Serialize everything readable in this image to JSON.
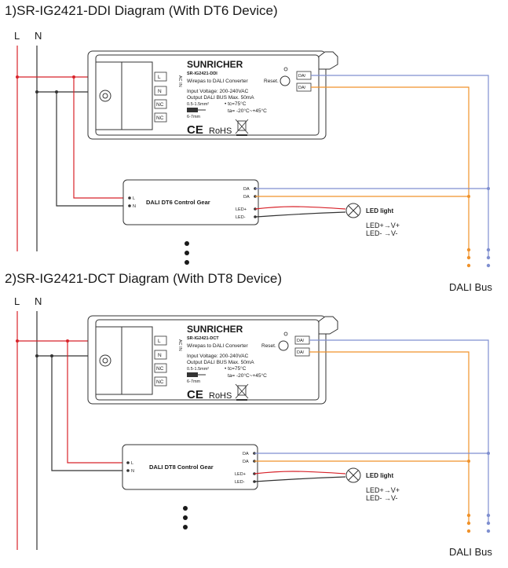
{
  "colors": {
    "live": "#d8232a",
    "neutral": "#333333",
    "dali_a": "#7f8fd0",
    "dali_b": "#f0922a"
  },
  "sections": [
    {
      "title": "1)SR-IG2421-DDI Diagram (With DT6 Device)",
      "line_L": "L",
      "line_N": "N",
      "device": {
        "brand": "SUNRICHER",
        "model": "SR-IG2421-DDI",
        "desc": "Wirepas to DALI Converter",
        "voltage": "Input Voltage: 200-240VAC",
        "output": "Output DALI BUS Max. 50mA",
        "wire_gauge": "0.5-1.5mm²",
        "strip": "6-7mm",
        "tc": "• tc=75°C",
        "ta": "ta= -20°C~+45°C",
        "ce": "CE",
        "rohs": "RoHS",
        "reset": "Reset.",
        "ac_in": "AC IN",
        "terminals_left": [
          "L",
          "N",
          "NC",
          "NC"
        ],
        "terminals_right": [
          "DA/",
          "DA/"
        ]
      },
      "gear": {
        "label": "DALI DT6 Control Gear",
        "left_terms": [
          "L",
          "N"
        ],
        "right_terms": [
          "DA",
          "DA",
          "LED+",
          "LED-"
        ]
      },
      "led_label": "LED light",
      "led_plus": "LED+→V+",
      "led_minus": "LED- →V-",
      "bus_label": "DALI Bus"
    },
    {
      "title": "2)SR-IG2421-DCT Diagram (With DT8 Device)",
      "line_L": "L",
      "line_N": "N",
      "device": {
        "brand": "SUNRICHER",
        "model": "SR-IG2421-DCT",
        "desc": "Wirepas to DALI Converter",
        "voltage": "Input Voltage: 200-240VAC",
        "output": "Output DALI BUS Max. 50mA",
        "wire_gauge": "0.5-1.5mm²",
        "strip": "6-7mm",
        "tc": "• tc=75°C",
        "ta": "ta= -20°C~+45°C",
        "ce": "CE",
        "rohs": "RoHS",
        "reset": "Reset.",
        "ac_in": "AC IN",
        "terminals_left": [
          "L",
          "N",
          "NC",
          "NC"
        ],
        "terminals_right": [
          "DA/",
          "DA/"
        ]
      },
      "gear": {
        "label": "DALI DT8 Control Gear",
        "left_terms": [
          "L",
          "N"
        ],
        "right_terms": [
          "DA",
          "DA",
          "LED+",
          "LED-"
        ]
      },
      "led_label": "LED light",
      "led_plus": "LED+→V+",
      "led_minus": "LED- →V-",
      "bus_label": "DALI Bus"
    }
  ]
}
